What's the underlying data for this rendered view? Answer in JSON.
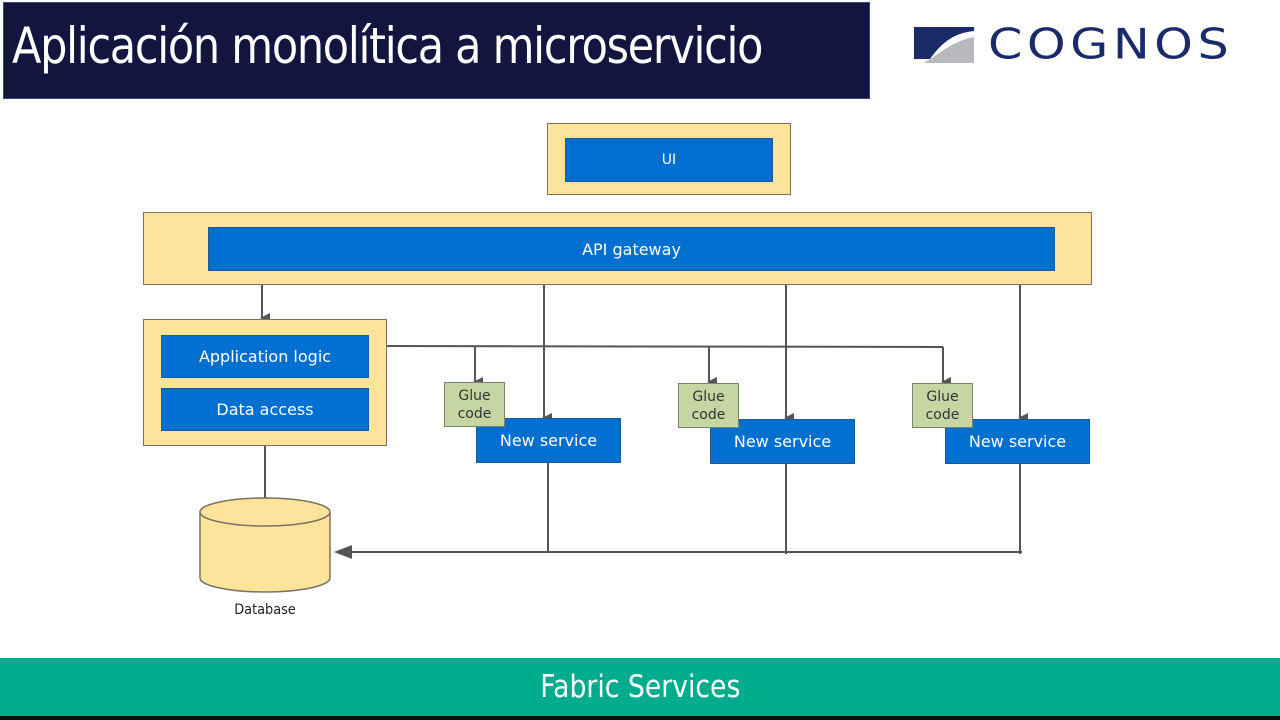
{
  "header": {
    "title": "Aplicación monolítica a microservicio",
    "logo_text": "COGNOS",
    "colors": {
      "title_bg": "#12163f",
      "logo": "#1b2a6b",
      "logo_gray": "#b8b9bd"
    }
  },
  "diagram": {
    "ui_label": "UI",
    "gateway_label": "API gateway",
    "monolith": {
      "app_logic_label": "Application logic",
      "data_access_label": "Data access"
    },
    "services": [
      {
        "glue_label_1": "Glue",
        "glue_label_2": "code",
        "service_label": "New service"
      },
      {
        "glue_label_1": "Glue",
        "glue_label_2": "code",
        "service_label": "New service"
      },
      {
        "glue_label_1": "Glue",
        "glue_label_2": "code",
        "service_label": "New service"
      }
    ],
    "database_label": "Database",
    "colors": {
      "container": "#fde49a",
      "component": "#0070d0",
      "glue": "#c5d6a2",
      "wire": "#555555"
    }
  },
  "footer": {
    "text": "Fabric Services",
    "color": "#00ac8e"
  }
}
